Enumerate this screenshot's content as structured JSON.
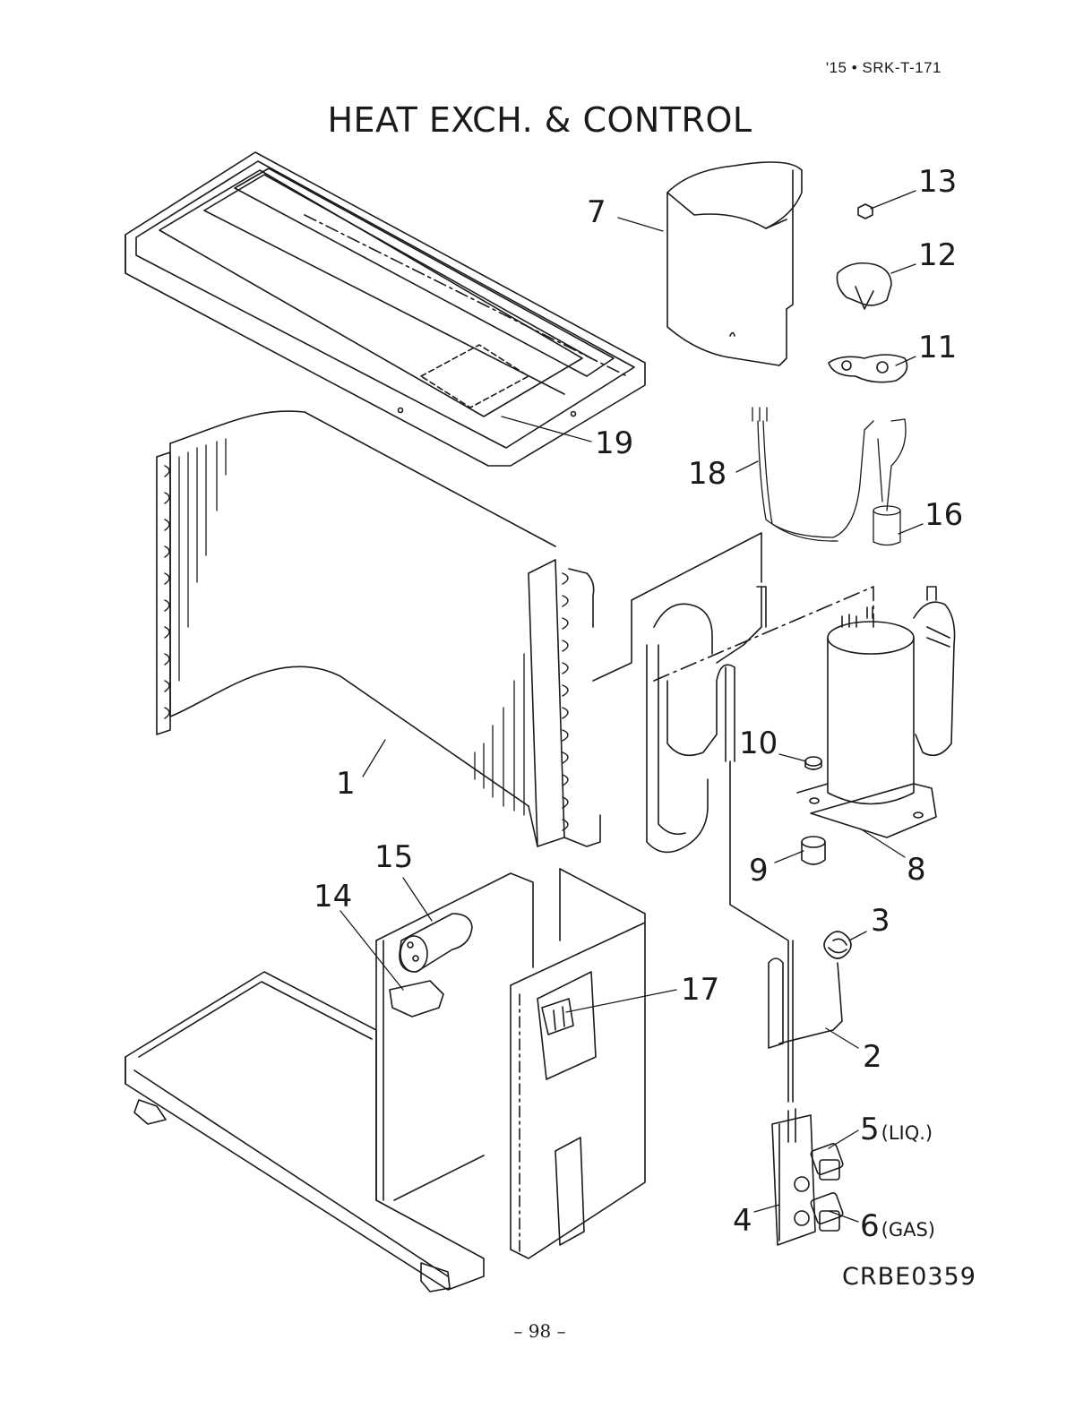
{
  "header": {
    "doc_code": "'15 • SRK-T-171",
    "title": "HEAT EXCH. & CONTROL"
  },
  "parts": [
    {
      "id": "part-1",
      "number": "1"
    },
    {
      "id": "part-2",
      "number": "2"
    },
    {
      "id": "part-3",
      "number": "3"
    },
    {
      "id": "part-4",
      "number": "4"
    },
    {
      "id": "part-5",
      "number": "5",
      "note": "(LIQ.)"
    },
    {
      "id": "part-6",
      "number": "6",
      "note": "(GAS)"
    },
    {
      "id": "part-7",
      "number": "7"
    },
    {
      "id": "part-8",
      "number": "8"
    },
    {
      "id": "part-9",
      "number": "9"
    },
    {
      "id": "part-10",
      "number": "10"
    },
    {
      "id": "part-11",
      "number": "11"
    },
    {
      "id": "part-12",
      "number": "12"
    },
    {
      "id": "part-13",
      "number": "13"
    },
    {
      "id": "part-14",
      "number": "14"
    },
    {
      "id": "part-15",
      "number": "15"
    },
    {
      "id": "part-16",
      "number": "16"
    },
    {
      "id": "part-17",
      "number": "17"
    },
    {
      "id": "part-18",
      "number": "18"
    },
    {
      "id": "part-19",
      "number": "19"
    }
  ],
  "footer": {
    "drawing_id": "CRBE0359",
    "page_number": "– 98 –"
  },
  "colors": {
    "ink": "#1a1a1a",
    "paper": "#ffffff"
  }
}
